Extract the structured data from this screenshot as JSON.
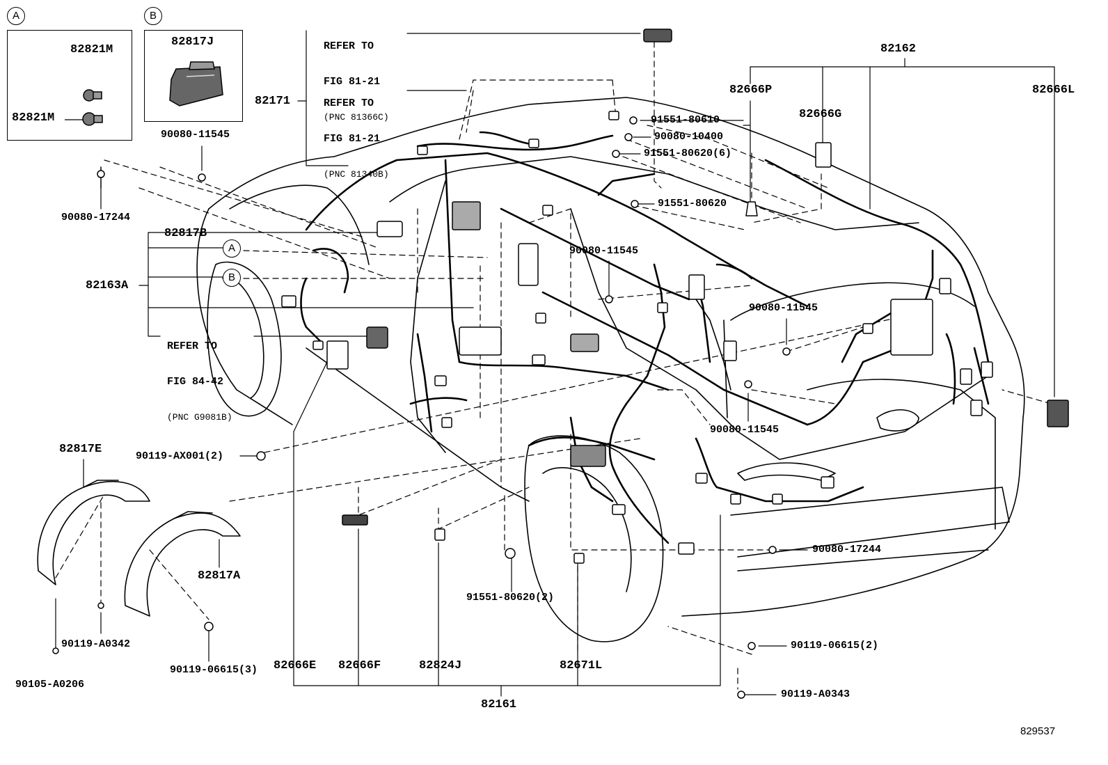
{
  "diagram": {
    "figure_number": "829537",
    "inset_a": {
      "marker": "A",
      "labels": [
        "82821M",
        "82821M"
      ]
    },
    "inset_b": {
      "marker": "B",
      "label": "82817J"
    },
    "references": [
      {
        "line1": "REFER TO",
        "line2": "FIG 81-21",
        "line3": "(PNC 81366C)"
      },
      {
        "line1": "REFER TO",
        "line2": "FIG 81-21",
        "line3": "(PNC 81340B)"
      },
      {
        "line1": "REFER TO",
        "line2": "FIG 84-42",
        "line3": "(PNC G9081B)"
      }
    ],
    "callout_markers": [
      "A",
      "B"
    ],
    "parts": {
      "p82171": "82171",
      "p82162": "82162",
      "p82666P": "82666P",
      "p82666G": "82666G",
      "p82666L": "82666L",
      "p82817B": "82817B",
      "p82163A": "82163A",
      "p82817E": "82817E",
      "p82817A": "82817A",
      "p82666E": "82666E",
      "p82666F": "82666F",
      "p82824J": "82824J",
      "p82671L": "82671L",
      "p82161": "82161",
      "b90080_11545_a": "90080-11545",
      "b90080_17244_a": "90080-17244",
      "b91551_80610": "91551-80610",
      "b90080_10400": "90080-10400",
      "b91551_80620_6": "91551-80620(6)",
      "b91551_80620": "91551-80620",
      "b90080_11545_b": "90080-11545",
      "b90080_11545_c": "90080-11545",
      "b90080_11545_d": "90080-11545",
      "b90119_AX001_2": "90119-AX001(2)",
      "b90080_17244_b": "90080-17244",
      "b91551_80620_2": "91551-80620(2)",
      "b90119_A0342": "90119-A0342",
      "b90105_A0206": "90105-A0206",
      "b90119_06615_3": "90119-06615(3)",
      "b90119_06615_2": "90119-06615(2)",
      "b90119_A0343": "90119-A0343"
    }
  }
}
